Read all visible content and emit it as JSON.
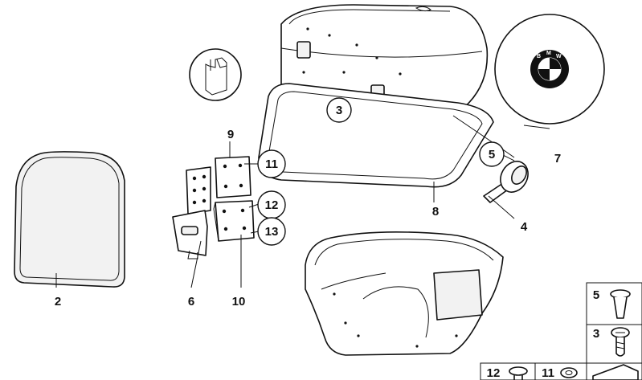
{
  "callouts": {
    "c2": "2",
    "c3": "3",
    "c4": "4",
    "c5": "5",
    "c6": "6",
    "c7": "7",
    "c8": "8",
    "c9": "9",
    "c10": "10",
    "c11": "11",
    "c12": "12",
    "c13": "13"
  },
  "legend": {
    "item5": "5",
    "item3": "3",
    "item12": "12",
    "item11": "11"
  },
  "logo": {
    "letter_b": "B",
    "letter_m": "M",
    "letter_w": "W"
  },
  "colors": {
    "line": "#111111",
    "background": "#ffffff",
    "part_fill": "#f2f2f2"
  }
}
